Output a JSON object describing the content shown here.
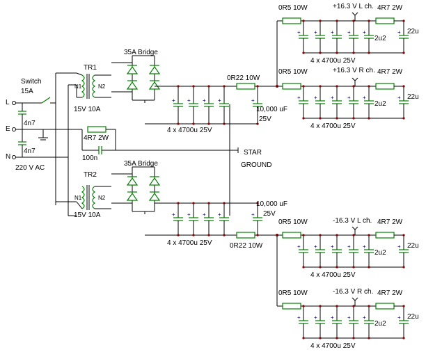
{
  "input": {
    "switch": "Switch",
    "fuse": "15A",
    "line": "L",
    "earth": "E",
    "neutral": "N",
    "mains": "220 V AC",
    "cap_L": "4n7",
    "cap_N": "4n7"
  },
  "ground_link": {
    "resistor": "4R7 2W",
    "capacitor": "100n",
    "star": "STAR",
    "ground": "GROUND"
  },
  "tr1": {
    "name": "TR1",
    "primary": "N1",
    "secondary": "N2",
    "rating": "15V 10A"
  },
  "tr2": {
    "name": "TR2",
    "primary": "N1",
    "secondary": "N2",
    "rating": "15V 10A"
  },
  "bridge_top": "35A Bridge",
  "bridge_bottom": "35A Bridge",
  "bank_top": {
    "caps": "4 x 4700u 25V",
    "series_r": "0R22 10W",
    "reservoir": "10,000 uF",
    "reservoir_v": "25V"
  },
  "bank_bottom": {
    "caps": "4 x 4700u 25V",
    "series_r": "0R22 10W",
    "reservoir": "10,000 uF",
    "reservoir_v": "25V"
  },
  "rails": [
    {
      "r_in": "0R5 10W",
      "label": "+16.3 V L ch.",
      "r_out": "4R7 2W",
      "cap_small": "2u2",
      "cap_out": "22u",
      "bank": "4 x 4700u 25V"
    },
    {
      "r_in": "0R5 10W",
      "label": "+16.3 V R ch.",
      "r_out": "4R7 2W",
      "cap_small": "2u2",
      "cap_out": "22u",
      "bank": "4 x 4700u 25V"
    },
    {
      "r_in": "0R5 10W",
      "label": "-16.3 V L ch.",
      "r_out": "4R7 2W",
      "cap_small": "2u2",
      "cap_out": "22u",
      "bank": "4 x 4700u 25V"
    },
    {
      "r_in": "0R5 10W",
      "label": "-16.3 V R ch.",
      "r_out": "4R7 2W",
      "cap_small": "2u2",
      "cap_out": "22u",
      "bank": "4 x 4700u 25V"
    }
  ]
}
